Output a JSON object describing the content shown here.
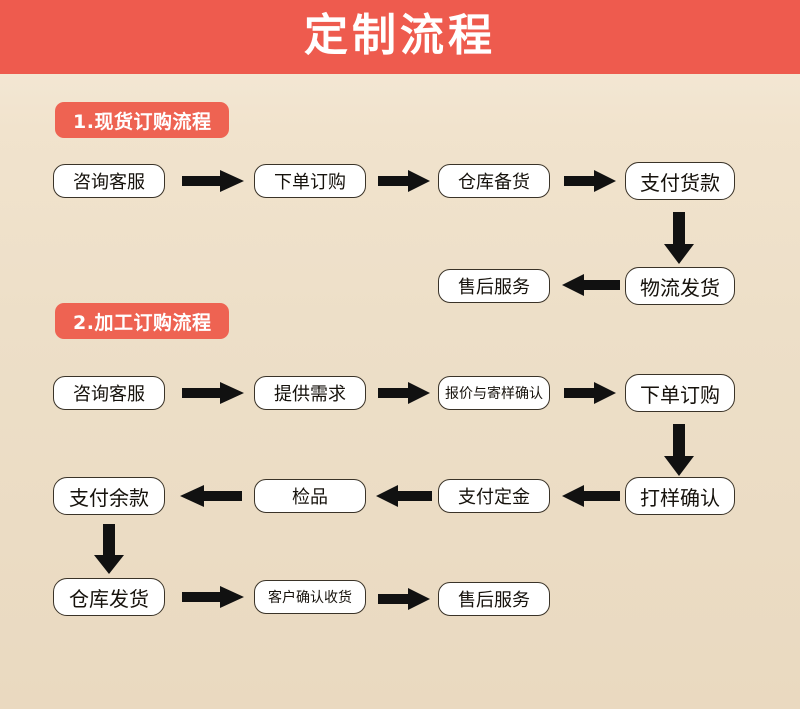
{
  "banner": {
    "title": "定制流程",
    "bg_color": "#ee5b4e",
    "text_color": "#ffffff"
  },
  "page": {
    "background_color": "#eddfc8",
    "node_fill": "#ffffff",
    "node_border": "#3a3328",
    "arrow_color": "#111111",
    "badge_color": "#ee6352"
  },
  "sections": [
    {
      "badge": "1.现货订购流程",
      "nodes": [
        {
          "id": "s1-n1",
          "label": "咨询客服"
        },
        {
          "id": "s1-n2",
          "label": "下单订购"
        },
        {
          "id": "s1-n3",
          "label": "仓库备货"
        },
        {
          "id": "s1-n4",
          "label": "支付货款"
        },
        {
          "id": "s1-n5",
          "label": "物流发货"
        },
        {
          "id": "s1-n6",
          "label": "售后服务"
        }
      ],
      "arrows": [
        {
          "id": "s1-a1",
          "direction": "right",
          "from": "咨询客服",
          "to": "下单订购"
        },
        {
          "id": "s1-a2",
          "direction": "right",
          "from": "下单订购",
          "to": "仓库备货"
        },
        {
          "id": "s1-a3",
          "direction": "right",
          "from": "仓库备货",
          "to": "支付货款"
        },
        {
          "id": "s1-a4",
          "direction": "down",
          "from": "支付货款",
          "to": "物流发货"
        },
        {
          "id": "s1-a5",
          "direction": "left",
          "from": "物流发货",
          "to": "售后服务"
        }
      ]
    },
    {
      "badge": "2.加工订购流程",
      "nodes": [
        {
          "id": "s2-n1",
          "label": "咨询客服"
        },
        {
          "id": "s2-n2",
          "label": "提供需求"
        },
        {
          "id": "s2-n3",
          "label": "报价与寄样确认"
        },
        {
          "id": "s2-n4",
          "label": "下单订购"
        },
        {
          "id": "s2-n5",
          "label": "打样确认"
        },
        {
          "id": "s2-n6",
          "label": "支付定金"
        },
        {
          "id": "s2-n7",
          "label": "检品"
        },
        {
          "id": "s2-n8",
          "label": "支付余款"
        },
        {
          "id": "s2-n9",
          "label": "仓库发货"
        },
        {
          "id": "s2-n10",
          "label": "客户确认收货"
        },
        {
          "id": "s2-n11",
          "label": "售后服务"
        }
      ],
      "arrows": [
        {
          "id": "s2-a1",
          "direction": "right",
          "from": "咨询客服",
          "to": "提供需求"
        },
        {
          "id": "s2-a2",
          "direction": "right",
          "from": "提供需求",
          "to": "报价与寄样确认"
        },
        {
          "id": "s2-a3",
          "direction": "right",
          "from": "报价与寄样确认",
          "to": "下单订购"
        },
        {
          "id": "s2-a4",
          "direction": "down",
          "from": "下单订购",
          "to": "打样确认"
        },
        {
          "id": "s2-a5",
          "direction": "left",
          "from": "打样确认",
          "to": "支付定金"
        },
        {
          "id": "s2-a6",
          "direction": "left",
          "from": "支付定金",
          "to": "检品"
        },
        {
          "id": "s2-a7",
          "direction": "left",
          "from": "检品",
          "to": "支付余款"
        },
        {
          "id": "s2-a8",
          "direction": "down",
          "from": "支付余款",
          "to": "仓库发货"
        },
        {
          "id": "s2-a9",
          "direction": "right",
          "from": "仓库发货",
          "to": "客户确认收货"
        },
        {
          "id": "s2-a10",
          "direction": "right",
          "from": "客户确认收货",
          "to": "售后服务"
        }
      ]
    }
  ]
}
